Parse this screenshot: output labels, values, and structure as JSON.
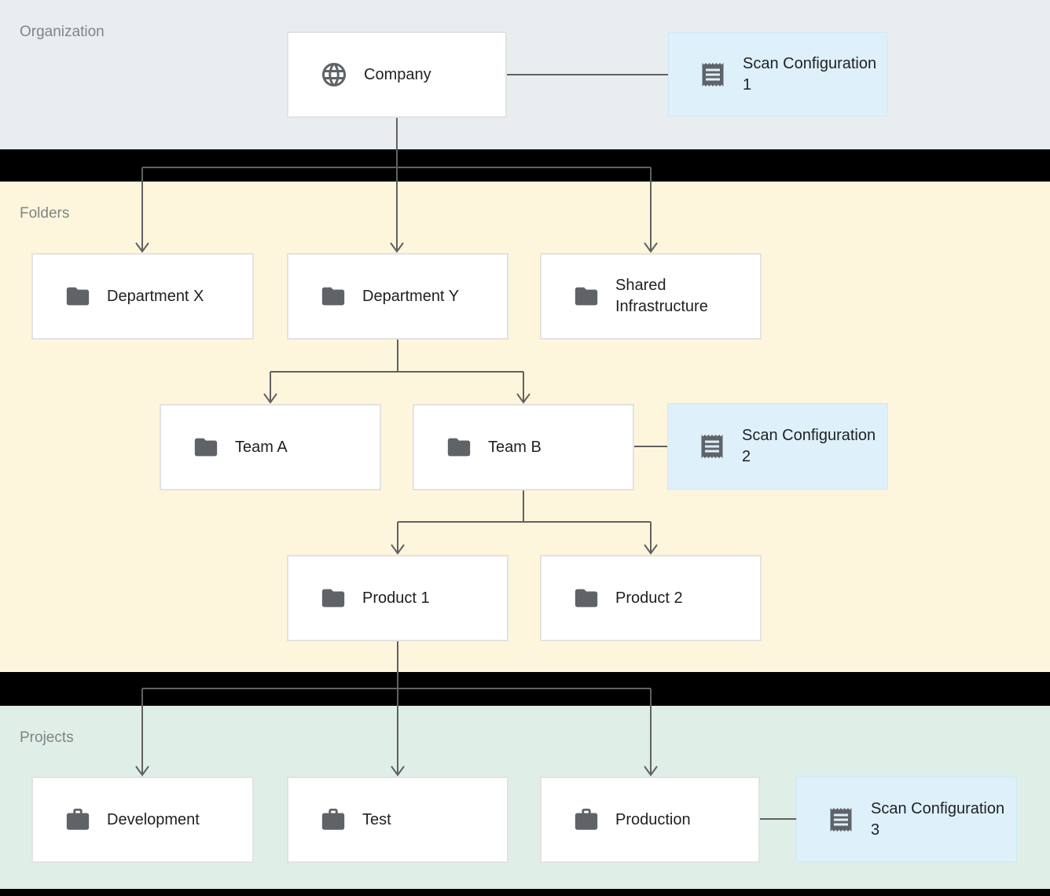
{
  "sections": {
    "organization": {
      "label": "Organization"
    },
    "folders": {
      "label": "Folders"
    },
    "projects": {
      "label": "Projects"
    }
  },
  "nodes": {
    "company": {
      "label": "Company",
      "type": "organization",
      "icon": "globe-icon"
    },
    "scan_configuration_1": {
      "label": "Scan Configuration 1",
      "type": "scan-configuration",
      "icon": "receipt-icon"
    },
    "department_x": {
      "label": "Department X",
      "type": "folder",
      "icon": "folder-icon"
    },
    "department_y": {
      "label": "Department Y",
      "type": "folder",
      "icon": "folder-icon"
    },
    "shared_infrastructure": {
      "label": "Shared Infrastructure",
      "type": "folder",
      "icon": "folder-icon"
    },
    "team_a": {
      "label": "Team A",
      "type": "folder",
      "icon": "folder-icon"
    },
    "team_b": {
      "label": "Team B",
      "type": "folder",
      "icon": "folder-icon"
    },
    "scan_configuration_2": {
      "label": "Scan Configuration 2",
      "type": "scan-configuration",
      "icon": "receipt-icon"
    },
    "product_1": {
      "label": "Product 1",
      "type": "folder",
      "icon": "folder-icon"
    },
    "product_2": {
      "label": "Product 2",
      "type": "folder",
      "icon": "folder-icon"
    },
    "development": {
      "label": "Development",
      "type": "project",
      "icon": "briefcase-icon"
    },
    "test": {
      "label": "Test",
      "type": "project",
      "icon": "briefcase-icon"
    },
    "production": {
      "label": "Production",
      "type": "project",
      "icon": "briefcase-icon"
    },
    "scan_configuration_3": {
      "label": "Scan Configuration 3",
      "type": "scan-configuration",
      "icon": "receipt-icon"
    }
  },
  "edges": [
    {
      "from": "company",
      "to": "department_x",
      "type": "hierarchy"
    },
    {
      "from": "company",
      "to": "department_y",
      "type": "hierarchy"
    },
    {
      "from": "company",
      "to": "shared_infrastructure",
      "type": "hierarchy"
    },
    {
      "from": "department_y",
      "to": "team_a",
      "type": "hierarchy"
    },
    {
      "from": "department_y",
      "to": "team_b",
      "type": "hierarchy"
    },
    {
      "from": "team_b",
      "to": "product_1",
      "type": "hierarchy"
    },
    {
      "from": "team_b",
      "to": "product_2",
      "type": "hierarchy"
    },
    {
      "from": "product_1",
      "to": "development",
      "type": "hierarchy"
    },
    {
      "from": "product_1",
      "to": "test",
      "type": "hierarchy"
    },
    {
      "from": "product_1",
      "to": "production",
      "type": "hierarchy"
    },
    {
      "from": "company",
      "to": "scan_configuration_1",
      "type": "attachment"
    },
    {
      "from": "team_b",
      "to": "scan_configuration_2",
      "type": "attachment"
    },
    {
      "from": "production",
      "to": "scan_configuration_3",
      "type": "attachment"
    }
  ],
  "colors": {
    "background": "#000000",
    "organization_band": "#e9edf0",
    "folders_band": "#fdf6dd",
    "projects_band": "#dfeee6",
    "scan_configuration_box": "#def1fb",
    "resource_box": "#ffffff",
    "icon": "#5f6368",
    "connector": "#616161",
    "label_text": "#202124",
    "band_label_text": "#808488"
  }
}
